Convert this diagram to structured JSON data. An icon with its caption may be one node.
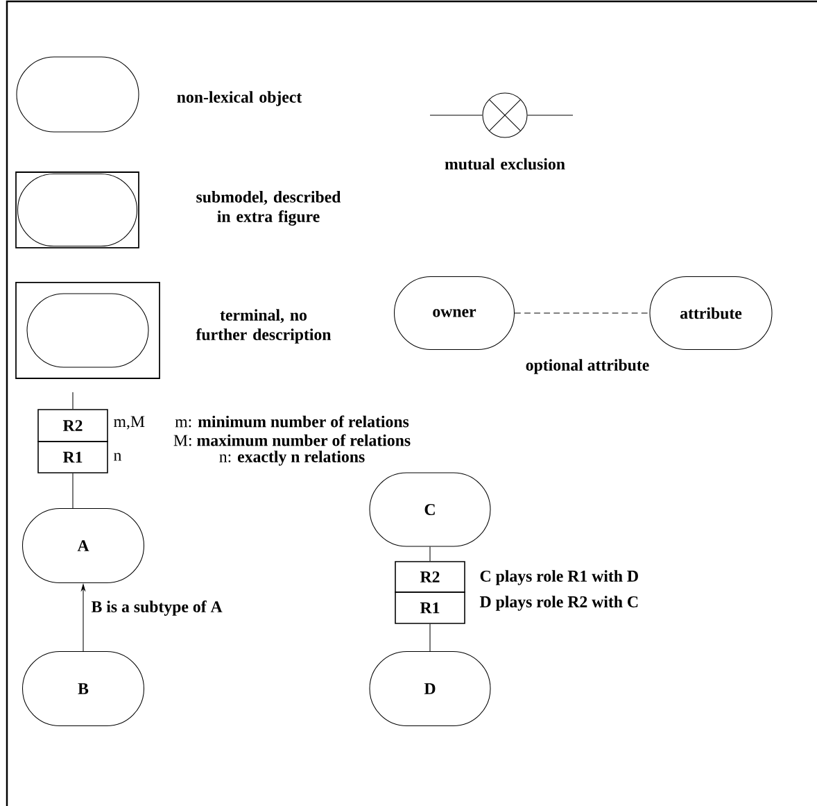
{
  "diagram": {
    "nodes": [
      {
        "text": [],
        "shape": "oval",
        "beside": [
          "non-lexical object"
        ]
      },
      {
        "text": [],
        "shape": "box",
        "beside": [
          "submodel, described in extra figure"
        ]
      },
      {
        "text": [],
        "shape": "oval",
        "in": 1
      },
      {
        "text": [],
        "shape": "box",
        "beside": [
          "terminal, no further description"
        ]
      },
      {
        "text": [],
        "shape": "oval",
        "in": 3
      },
      {
        "text": [],
        "shape": "circle",
        "beside": [
          "mutual exclusion"
        ]
      },
      {
        "text": [
          "owner"
        ]
      },
      {
        "text": [
          "attribute"
        ]
      },
      {
        "text": [
          "R2"
        ],
        "beside": [
          "m,M"
        ]
      },
      {
        "text": [
          "R1"
        ],
        "beside": [
          "n"
        ]
      },
      {
        "text": [
          "A"
        ]
      },
      {
        "text": [
          "B"
        ]
      },
      {
        "text": [
          "C"
        ]
      },
      {
        "text": [
          "R2"
        ]
      },
      {
        "text": [
          "R1"
        ]
      },
      {
        "text": [
          "D"
        ]
      }
    ],
    "edges": [
      {
        "from": null,
        "to": 5,
        "arrow": "none"
      },
      {
        "from": 5,
        "to": null,
        "arrow": "none"
      },
      {
        "from": 6,
        "to": 7,
        "arrow": "none",
        "style": "dashed"
      },
      {
        "from": null,
        "to": 8,
        "arrow": "none"
      },
      {
        "from": 9,
        "to": 10,
        "arrow": "none"
      },
      {
        "from": 11,
        "to": 10,
        "arrow": "to",
        "label": "B is a subtype of A"
      },
      {
        "from": 12,
        "to": 13,
        "arrow": "none"
      },
      {
        "from": 14,
        "to": 15,
        "arrow": "none"
      }
    ],
    "labels": [
      "optional attribute",
      "m: **minimum number of relations**",
      "M: **maximum number of relations**",
      "n: **exactly n relations**",
      "C plays role R1 with D",
      "D plays role R2 with C"
    ]
  }
}
